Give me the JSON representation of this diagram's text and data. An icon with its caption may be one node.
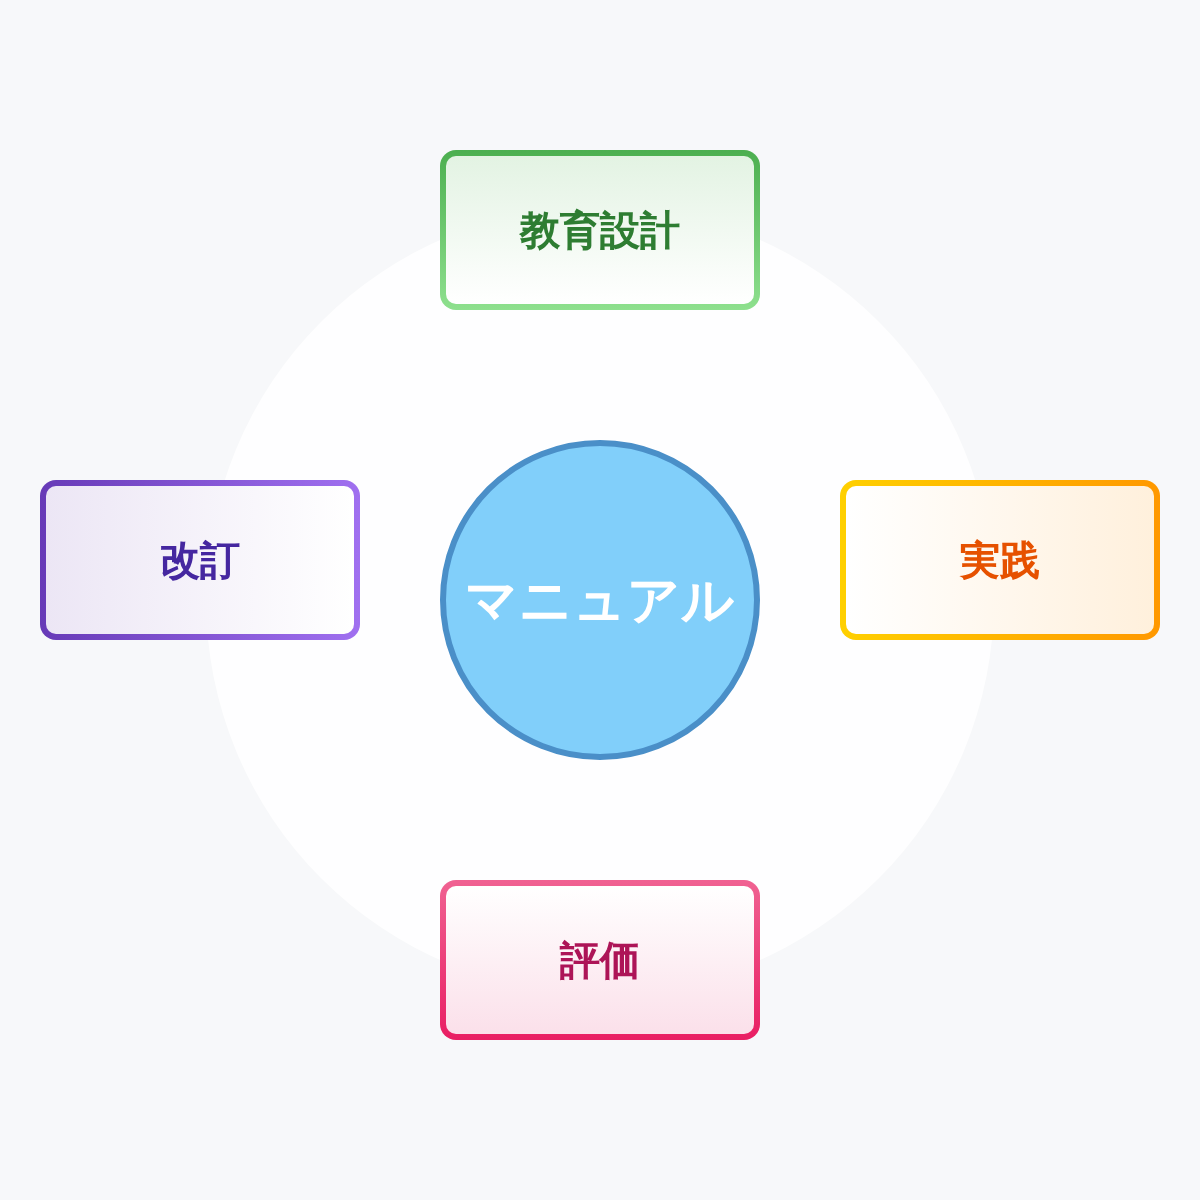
{
  "diagram": {
    "nodes": [
      {
        "text": [
          "教育設計"
        ]
      },
      {
        "text": [
          "改訂"
        ]
      },
      {
        "text": [
          "マニュアル"
        ]
      },
      {
        "text": [
          "実践"
        ]
      },
      {
        "text": [
          "評価"
        ]
      }
    ]
  }
}
